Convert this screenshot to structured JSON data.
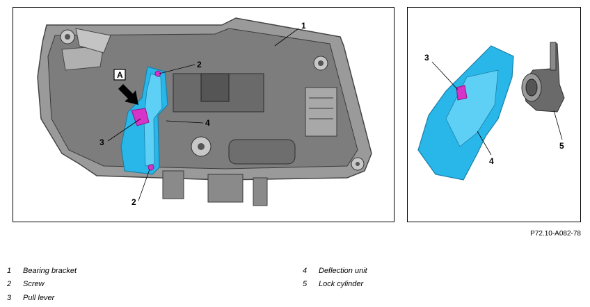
{
  "callouts": {
    "c1": "1",
    "c2a": "2",
    "c2b": "2",
    "c3a": "3",
    "c3b": "3",
    "c4a": "4",
    "c4b": "4",
    "c5": "5",
    "cA": "A"
  },
  "reference": "P72.10-A082-78",
  "legend": [
    {
      "num": "1",
      "label": "Bearing bracket"
    },
    {
      "num": "2",
      "label": "Screw"
    },
    {
      "num": "3",
      "label": "Pull lever"
    },
    {
      "num": "4",
      "label": "Deflection unit"
    },
    {
      "num": "5",
      "label": "Lock cylinder"
    }
  ],
  "colors": {
    "part_highlight": "#29b6e8",
    "screw_highlight": "#d633c9",
    "housing": "#8a8a8a"
  }
}
